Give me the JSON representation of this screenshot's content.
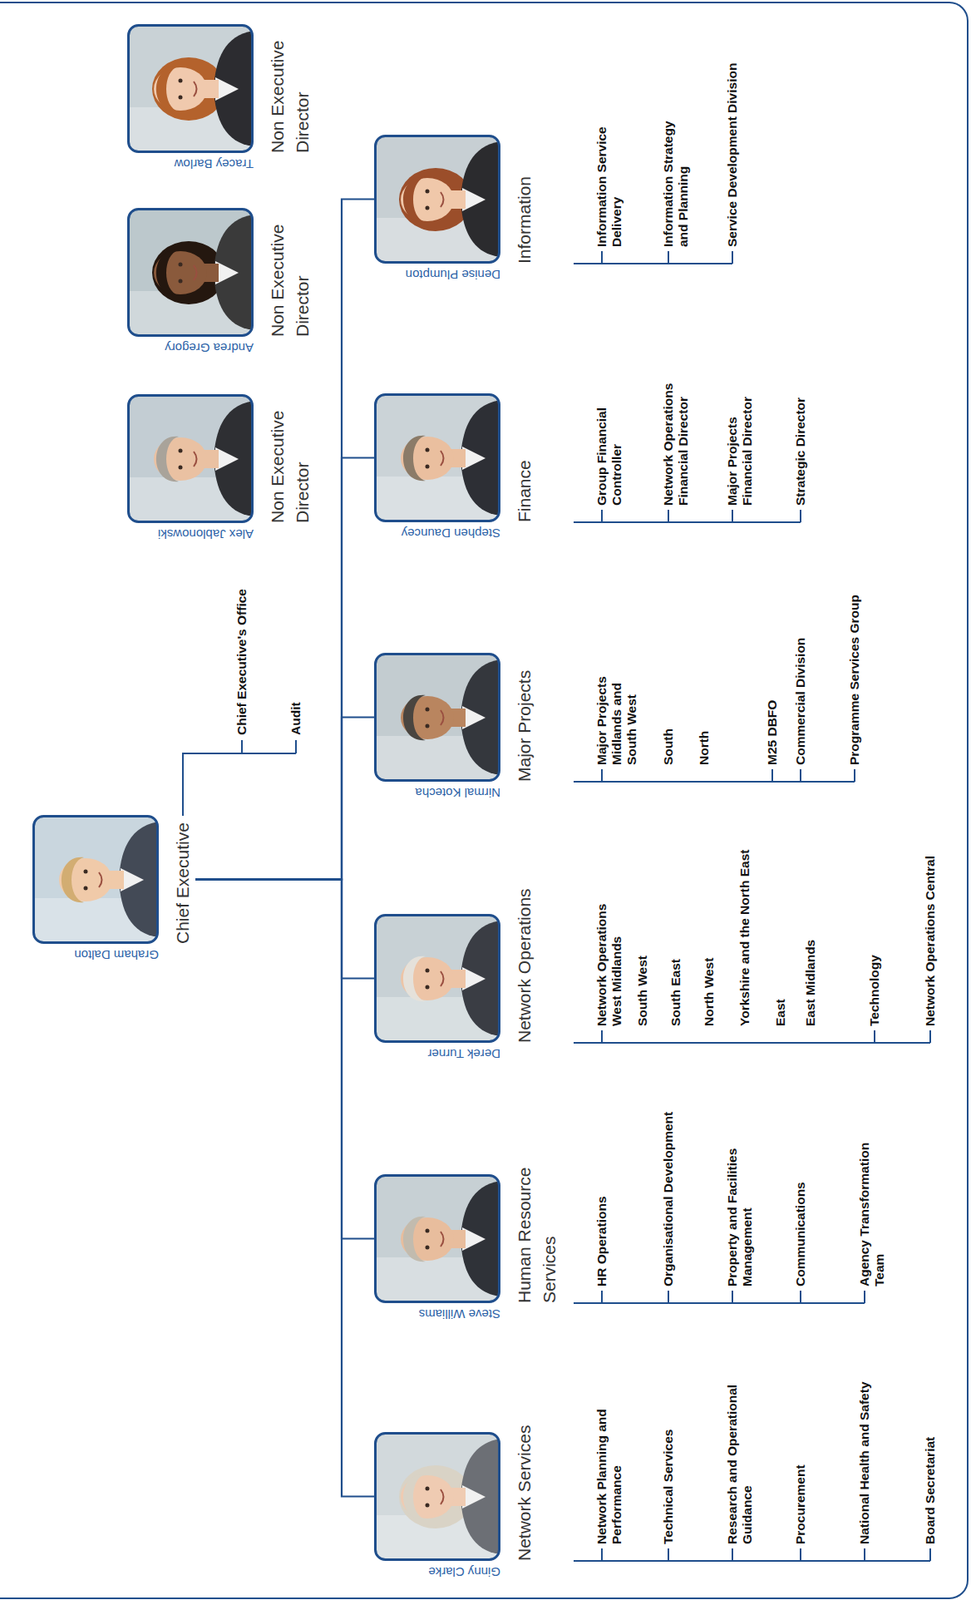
{
  "diagram": {
    "nodes": [
      {
        "text": [
          "Graham Dalton",
          "Chief Executive"
        ]
      },
      {
        "text": [
          "Alex Jablonowski",
          "Non Executive Director"
        ]
      },
      {
        "text": [
          "Andrea Gregory",
          "Non Executive Director"
        ]
      },
      {
        "text": [
          "Tracey Barlow",
          "Non Executive Director"
        ]
      },
      {
        "text": [
          "Ginny Clarke",
          "Network Services"
        ]
      },
      {
        "text": [
          "Steve Williams",
          "Human Resource Services"
        ]
      },
      {
        "text": [
          "Derek Turner",
          "Network Operations"
        ]
      },
      {
        "text": [
          "Nirmal Kotecha",
          "Major Projects"
        ]
      },
      {
        "text": [
          "Stephen Dauncey",
          "Finance"
        ]
      },
      {
        "text": [
          "Denise Plumpton",
          "Information"
        ]
      }
    ],
    "edges": [
      {
        "from": 0,
        "to": 4,
        "arrow": "none"
      },
      {
        "from": 0,
        "to": 5,
        "arrow": "none"
      },
      {
        "from": 0,
        "to": 6,
        "arrow": "none"
      },
      {
        "from": 0,
        "to": 7,
        "arrow": "none"
      },
      {
        "from": 0,
        "to": 8,
        "arrow": "none"
      },
      {
        "from": 0,
        "to": 9,
        "arrow": "none"
      }
    ],
    "labels": [
      "Chief Executive's Office",
      "Audit",
      "Network Planning and Performance",
      "Technical Services",
      "Research and Operational Guidance",
      "Procurement",
      "National Health and Safety",
      "Board Secretariat",
      "HR Operations",
      "Organisational Development",
      "Property and Facilities Management",
      "Communications",
      "Agency Transformation Team",
      "Network Operations West Midlands",
      "South West",
      "South East",
      "North West",
      "Yorkshire and the North East",
      "East",
      "East Midlands",
      "Technology",
      "Network Operations Central",
      "Major Projects Midlands and South West",
      "South",
      "North",
      "M25 DBFO",
      "Commercial Division",
      "Programme Services Group",
      "Group Financial Controller",
      "Network Operations Financial Director",
      "Major Projects Financial Director",
      "Strategic Director",
      "Information Service Delivery",
      "Information Strategy and Planning",
      "Service Development Division"
    ]
  }
}
